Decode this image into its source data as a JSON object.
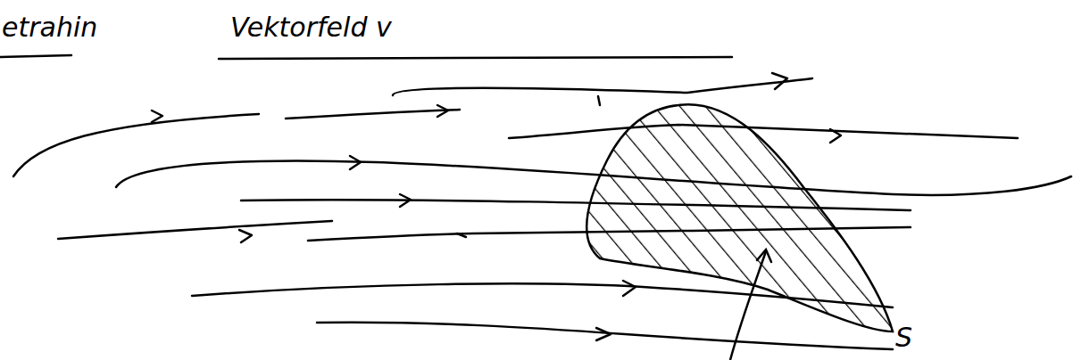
{
  "diagram": {
    "title": "Vektorfeld v",
    "labels": [
      "etrahin",
      "S"
    ]
  }
}
